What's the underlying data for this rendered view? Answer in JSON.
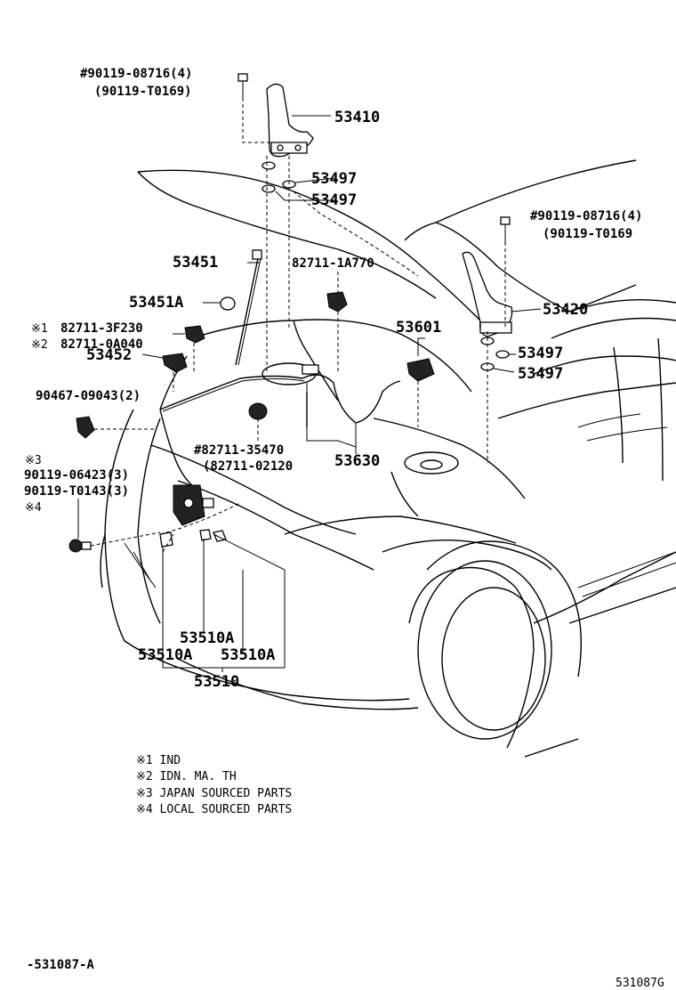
{
  "labels": {
    "bolt_left_a": "#90119-08716(4)",
    "bolt_left_b": "(90119-T0169)",
    "hinge_left": "53410",
    "washer_a": "53497",
    "washer_b": "53497",
    "bolt_right_a": "#90119-08716(4)",
    "bolt_right_b": "(90119-T0169",
    "support_rod": "53451",
    "clamp_top": "82711-1A770",
    "rod_holder": "53451A",
    "hinge_right": "53420",
    "clamp_n1": "82711-3F230",
    "clamp_n2": "82711-0A040",
    "mark_1": "※1",
    "mark_2": "※2",
    "latch_stop": "53601",
    "holder_53452": "53452",
    "washer_c": "53497",
    "washer_d": "53497",
    "clip_90467": "90467-09043(2)",
    "clamp_hash_a": "#82711-35470",
    "clamp_hash_b": "(82711-02120",
    "cable": "53630",
    "mark_3": "※3",
    "bolt_j": "90119-06423(3)",
    "bolt_l": "90119-T0143(3)",
    "mark_4": "※4",
    "lock_a_top": "53510A",
    "lock_a_left": "53510A",
    "lock_a_right": "53510A",
    "lock_assy": "53510"
  },
  "notes": [
    "※1 IND",
    "※2 IDN. MA. TH",
    "※3 JAPAN SOURCED PARTS",
    "※4 LOCAL SOURCED PARTS"
  ],
  "footer": {
    "left_code": "-531087-A",
    "right_code": "531087G"
  }
}
